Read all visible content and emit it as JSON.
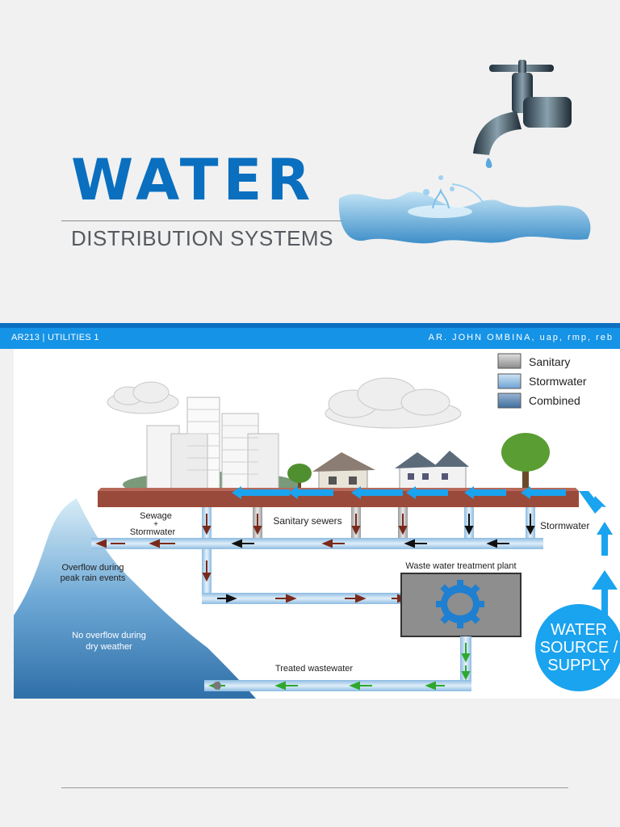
{
  "header": {
    "title": "WATER",
    "subtitle": "DISTRIBUTION SYSTEMS"
  },
  "banner": {
    "course": "AR213 | UTILITIES 1",
    "author": "AR. JOHN OMBINA, uap, rmp, reb"
  },
  "diagram": {
    "legend": [
      {
        "label": "Sanitary",
        "color": "#8a8a8a"
      },
      {
        "label": "Stormwater",
        "color": "#7fb0dd"
      },
      {
        "label": "Combined",
        "color": "#5b86b3"
      }
    ],
    "labels": {
      "sewage_line1": "Sewage",
      "sewage_line2": "+",
      "sewage_line3": "Stormwater",
      "sanitary_sewers": "Sanitary sewers",
      "stormwater": "Stormwater",
      "overflow_line1": "Overflow during",
      "overflow_line2": "peak rain events",
      "treatment_plant": "Waste water treatment plant",
      "no_overflow_line1": "No overflow during",
      "no_overflow_line2": "dry weather",
      "treated": "Treated wastewater"
    },
    "water_source": {
      "line1": "WATER",
      "line2": "SOURCE /",
      "line3": "SUPPLY"
    }
  },
  "colors": {
    "title_blue": "#0a6fbf",
    "banner_blue": "#1593e6",
    "arrow_blue": "#1aa3ef",
    "pipe_blue": "#a9cbe8",
    "ground_brown": "#9a4a3a"
  }
}
